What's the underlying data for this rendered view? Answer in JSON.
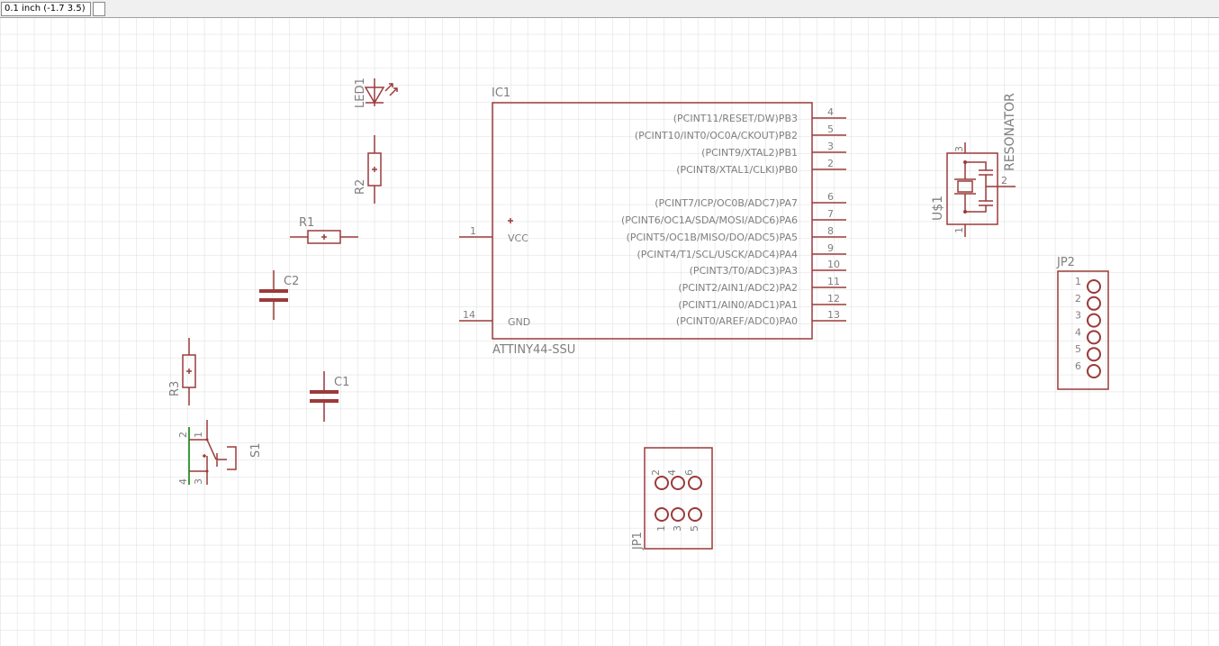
{
  "status_bar": {
    "coordinate": "0.1 inch (-1.7 3.5)"
  },
  "colors": {
    "symbol": "#9b3a3a",
    "text": "#7f7f7f",
    "net": "#3c9c3c",
    "grid": "#dcdcdc"
  },
  "parts": {
    "led1": {
      "name": "LED1"
    },
    "r1": {
      "name": "R1"
    },
    "r2": {
      "name": "R2"
    },
    "r3": {
      "name": "R3"
    },
    "c1": {
      "name": "C1"
    },
    "c2": {
      "name": "C2"
    },
    "s1": {
      "name": "S1",
      "pins": [
        "2",
        "1",
        "4",
        "3"
      ]
    },
    "ic1": {
      "name": "IC1",
      "value": "ATTINY44-SSU",
      "vcc": "VCC",
      "gnd": "GND",
      "vcc_pin": "1",
      "gnd_pin": "14",
      "pins": [
        {
          "label": "(PCINT11/RESET/DW)PB3",
          "num": "4"
        },
        {
          "label": "(PCINT10/INT0/OC0A/CKOUT)PB2",
          "num": "5"
        },
        {
          "label": "(PCINT9/XTAL2)PB1",
          "num": "3"
        },
        {
          "label": "(PCINT8/XTAL1/CLKI)PB0",
          "num": "2"
        },
        {
          "label": "(PCINT7/ICP/OC0B/ADC7)PA7",
          "num": "6"
        },
        {
          "label": "(PCINT6/OC1A/SDA/MOSI/ADC6)PA6",
          "num": "7"
        },
        {
          "label": "(PCINT5/OC1B/MISO/DO/ADC5)PA5",
          "num": "8"
        },
        {
          "label": "(PCINT4/T1/SCL/USCK/ADC4)PA4",
          "num": "9"
        },
        {
          "label": "(PCINT3/T0/ADC3)PA3",
          "num": "10"
        },
        {
          "label": "(PCINT2/AIN1/ADC2)PA2",
          "num": "11"
        },
        {
          "label": "(PCINT1/AIN0/ADC1)PA1",
          "num": "12"
        },
        {
          "label": "(PCINT0/AREF/ADC0)PA0",
          "num": "13"
        }
      ]
    },
    "us1": {
      "name": "U$1",
      "value": "RESONATOR",
      "pins": [
        "3",
        "2",
        "1"
      ]
    },
    "jp1": {
      "name": "JP1",
      "top_pins": [
        "2",
        "4",
        "6"
      ],
      "bottom_pins": [
        "1",
        "3",
        "5"
      ]
    },
    "jp2": {
      "name": "JP2",
      "pins": [
        "1",
        "2",
        "3",
        "4",
        "5",
        "6"
      ]
    }
  }
}
